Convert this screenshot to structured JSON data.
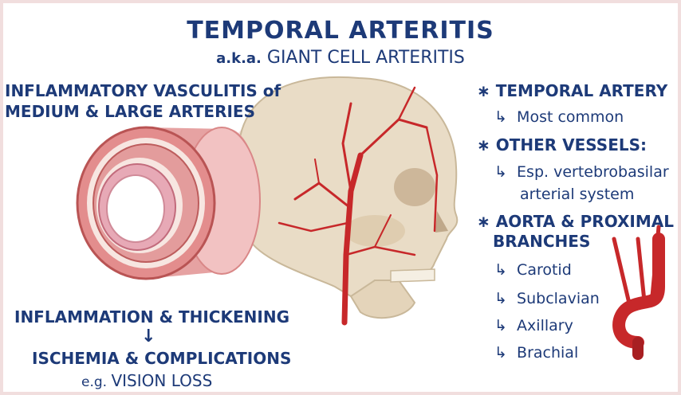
{
  "title": "TEMPORAL ARTERITIS",
  "subtitle_prefix": "a.k.a.",
  "subtitle_main": "GIANT CELL ARTERITIS",
  "left": {
    "heading_line1": "INFLAMMATORY VASCULITIS of",
    "heading_line2": "MEDIUM & LARGE ARTERIES",
    "process_1": "INFLAMMATION & THICKENING",
    "down_arrow": "↓",
    "process_2": "ISCHEMIA & COMPLICATIONS",
    "example_prefix": "e.g.",
    "example": "VISION LOSS"
  },
  "right": {
    "bullet_symbol": "∗",
    "sub_arrow": "↳",
    "b1": "TEMPORAL ARTERY",
    "b1_sub": "Most common",
    "b2": "OTHER VESSELS:",
    "b2_sub_line1": "Esp. vertebrobasilar",
    "b2_sub_line2": "arterial system",
    "b3_line1": "AORTA & PROXIMAL",
    "b3_line2": "BRANCHES",
    "b3_subs": [
      "Carotid",
      "Subclavian",
      "Axillary",
      "Brachial"
    ]
  },
  "colors": {
    "text_navy": "#1d3a78",
    "artery_red": "#c7282a",
    "skull_bone": "#e9dcc6",
    "vessel_wall_pink": "#e6a2a2"
  },
  "icons": [
    "vessel-cross-section-icon",
    "skull-illustration-icon",
    "aortic-arch-icon"
  ]
}
